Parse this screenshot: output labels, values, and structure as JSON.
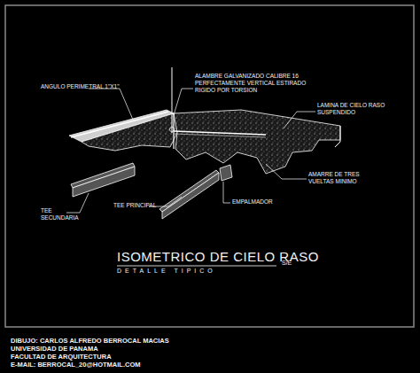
{
  "diagram": {
    "title": "ISOMETRICO DE CIELO RASO",
    "caption": "DETALLE TIPICO",
    "labels": [
      "ANGULO PERIMETRAL 1\"X1\"",
      "ALAMBRE GALVANIZADO CALIBRE 16 PERFECTAMENTE VERTICAL ESTIRADO RIGIDO POR TORSION",
      "LAMINA DE CIELO RASO SUSPENDIDO",
      "AMARRE DE TRES VUELTAS MINIMO",
      "EMPALMADOR",
      "TEE PRINCIPAL",
      "TEE SECUNDARIA",
      "S/E",
      "DIBUJO: CARLOS ALFREDO BERROCAL MACIAS",
      "UNIVERSIDAD DE PANAMA",
      "FACULTAD DE ARQUITECTURA",
      "E-MAIL: BERROCAL_20@HOTMAIL.COM"
    ]
  }
}
